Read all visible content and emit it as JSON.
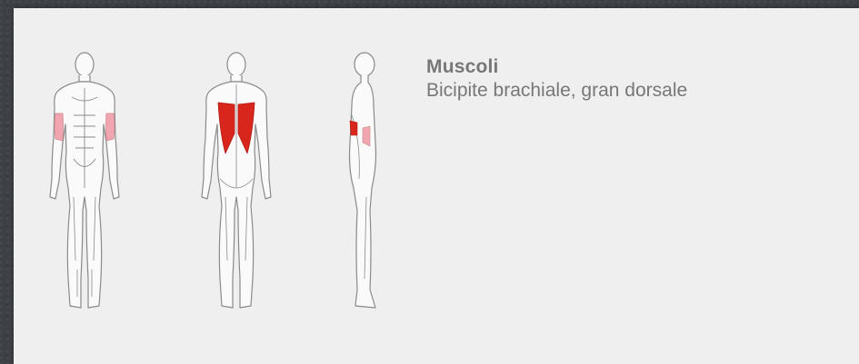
{
  "muscles": {
    "title": "Muscoli",
    "value": "Bicipite brachiale, gran dorsale"
  },
  "figures": [
    {
      "view": "front",
      "highlight": "biceps",
      "highlight_color": "#f1a5b0"
    },
    {
      "view": "back",
      "highlight": "latissimus-dorsi",
      "highlight_color": "#d9261c"
    },
    {
      "view": "side",
      "highlight": "biceps-and-lats",
      "highlight_color": "#d9261c"
    }
  ],
  "colors": {
    "panel": "#efefef",
    "text": "#777777",
    "primary_muscle": "#d9261c",
    "secondary_muscle": "#f1a5b0"
  }
}
